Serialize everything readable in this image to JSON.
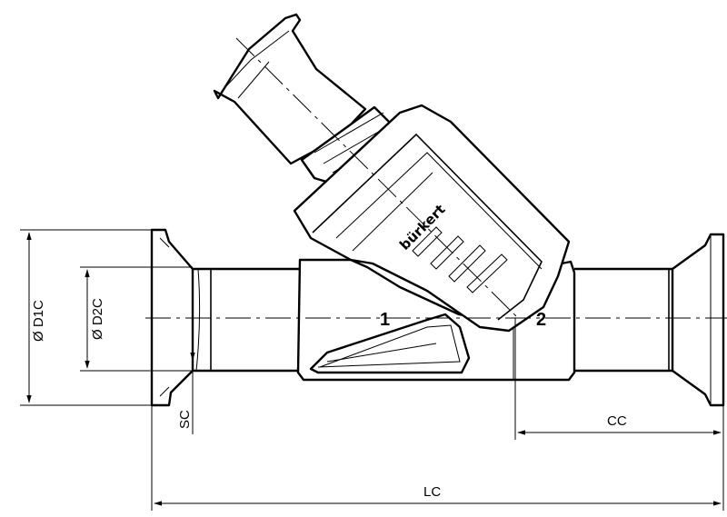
{
  "drawing": {
    "port_labels": [
      "1",
      "2"
    ],
    "brand": "bürkert",
    "dimensions": {
      "d1c": "Ø D1C",
      "d2c": "Ø D2C",
      "sc": "SC",
      "cc": "CC",
      "lc": "LC"
    }
  }
}
